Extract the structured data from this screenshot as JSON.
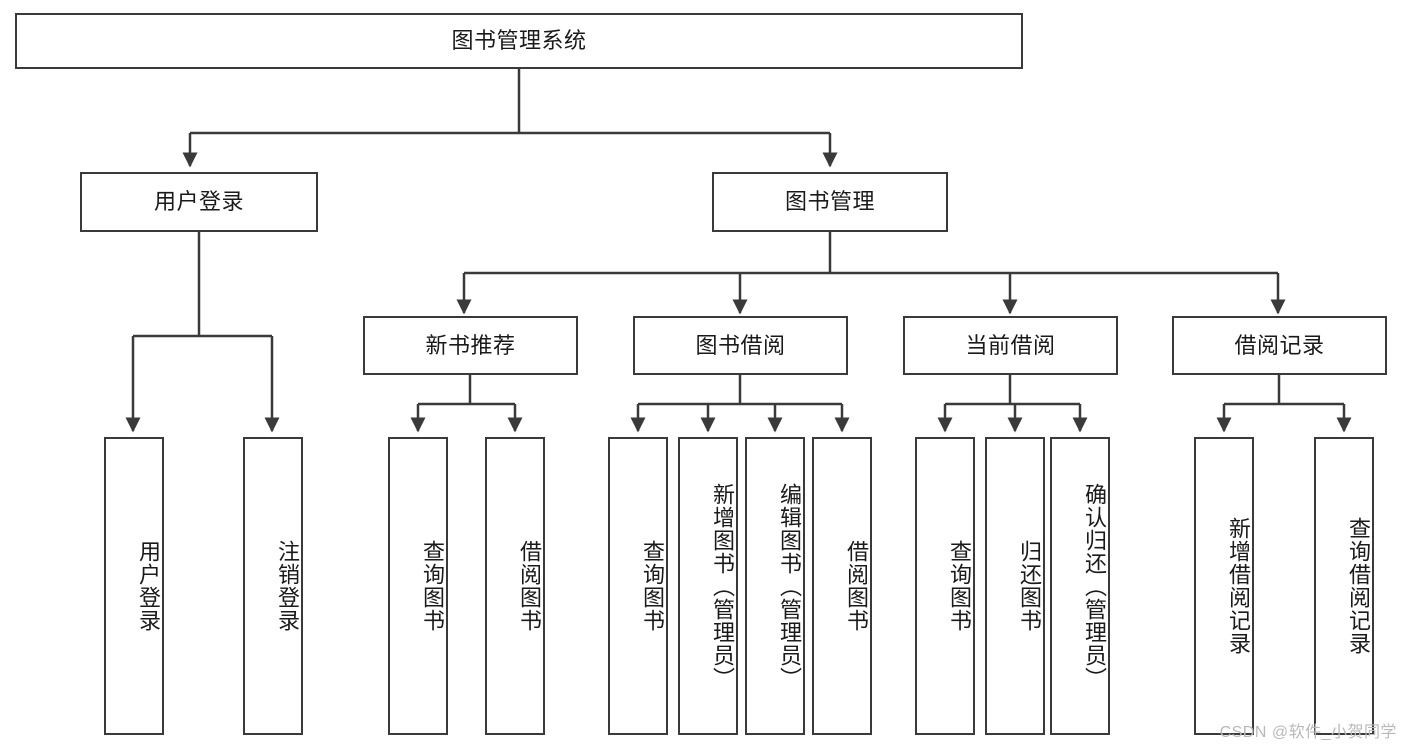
{
  "diagram": {
    "type": "tree-hierarchy-chart",
    "title": "图书管理系统",
    "watermark": "CSDN @软件_小贺同学",
    "colors": {
      "stroke": "#3a3a3a",
      "fill": "#ffffff",
      "text": "#1a1a1a",
      "watermark": "#b9b9b9"
    },
    "root": {
      "label": "图书管理系统"
    },
    "level2": [
      {
        "label": "用户登录"
      },
      {
        "label": "图书管理"
      }
    ],
    "level3": [
      {
        "label": "新书推荐"
      },
      {
        "label": "图书借阅"
      },
      {
        "label": "当前借阅"
      },
      {
        "label": "借阅记录"
      }
    ],
    "leaves": {
      "user_login": [
        {
          "label": "用户登录"
        },
        {
          "label": "注销登录"
        }
      ],
      "new_book": [
        {
          "label": "查询图书"
        },
        {
          "label": "借阅图书"
        }
      ],
      "book_borrow": [
        {
          "label": "查询图书"
        },
        {
          "label": "新增图书（管理员）"
        },
        {
          "label": "编辑图书（管理员）"
        },
        {
          "label": "借阅图书"
        }
      ],
      "current_borrow": [
        {
          "label": "查询图书"
        },
        {
          "label": "归还图书"
        },
        {
          "label": "确认归还（管理员）"
        }
      ],
      "borrow_record": [
        {
          "label": "新增借阅记录"
        },
        {
          "label": "查询借阅记录"
        }
      ]
    }
  }
}
